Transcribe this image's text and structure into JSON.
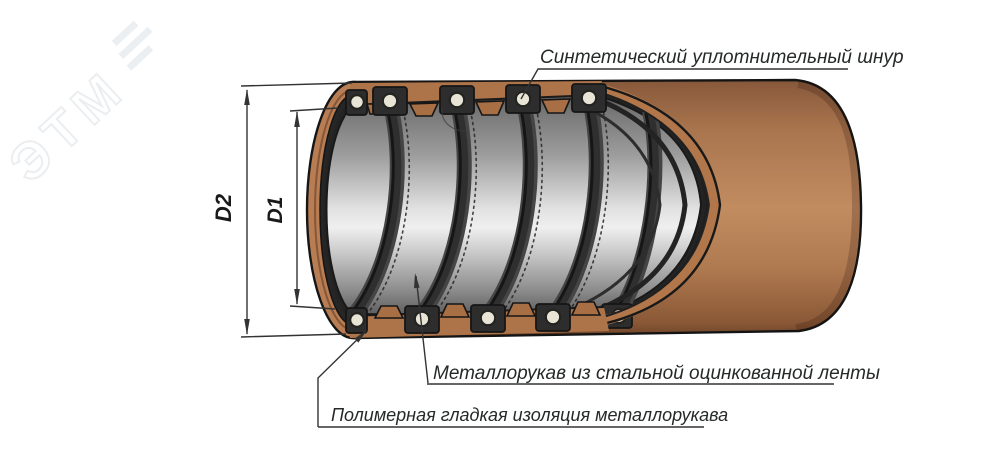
{
  "watermark": {
    "text": "ЭТМ"
  },
  "dimensions": {
    "outer": "D2",
    "inner": "D1"
  },
  "callouts": {
    "sealing_cord": "Синтетический уплотнительный шнур",
    "metal_hose": "Металлорукав из стальной оцинкованной ленты",
    "polymer_insulation": "Полимерная гладкая изоляция металлорукава"
  },
  "colors": {
    "jacket_brown": "#b57b52",
    "jacket_cut_face": "#ad7349",
    "hose_metal_highlight": "#efefef",
    "hose_metal_shadow": "#585858",
    "seal_cord": "#e8e5d6",
    "annotation_line": "#333333",
    "background": "#ffffff"
  }
}
